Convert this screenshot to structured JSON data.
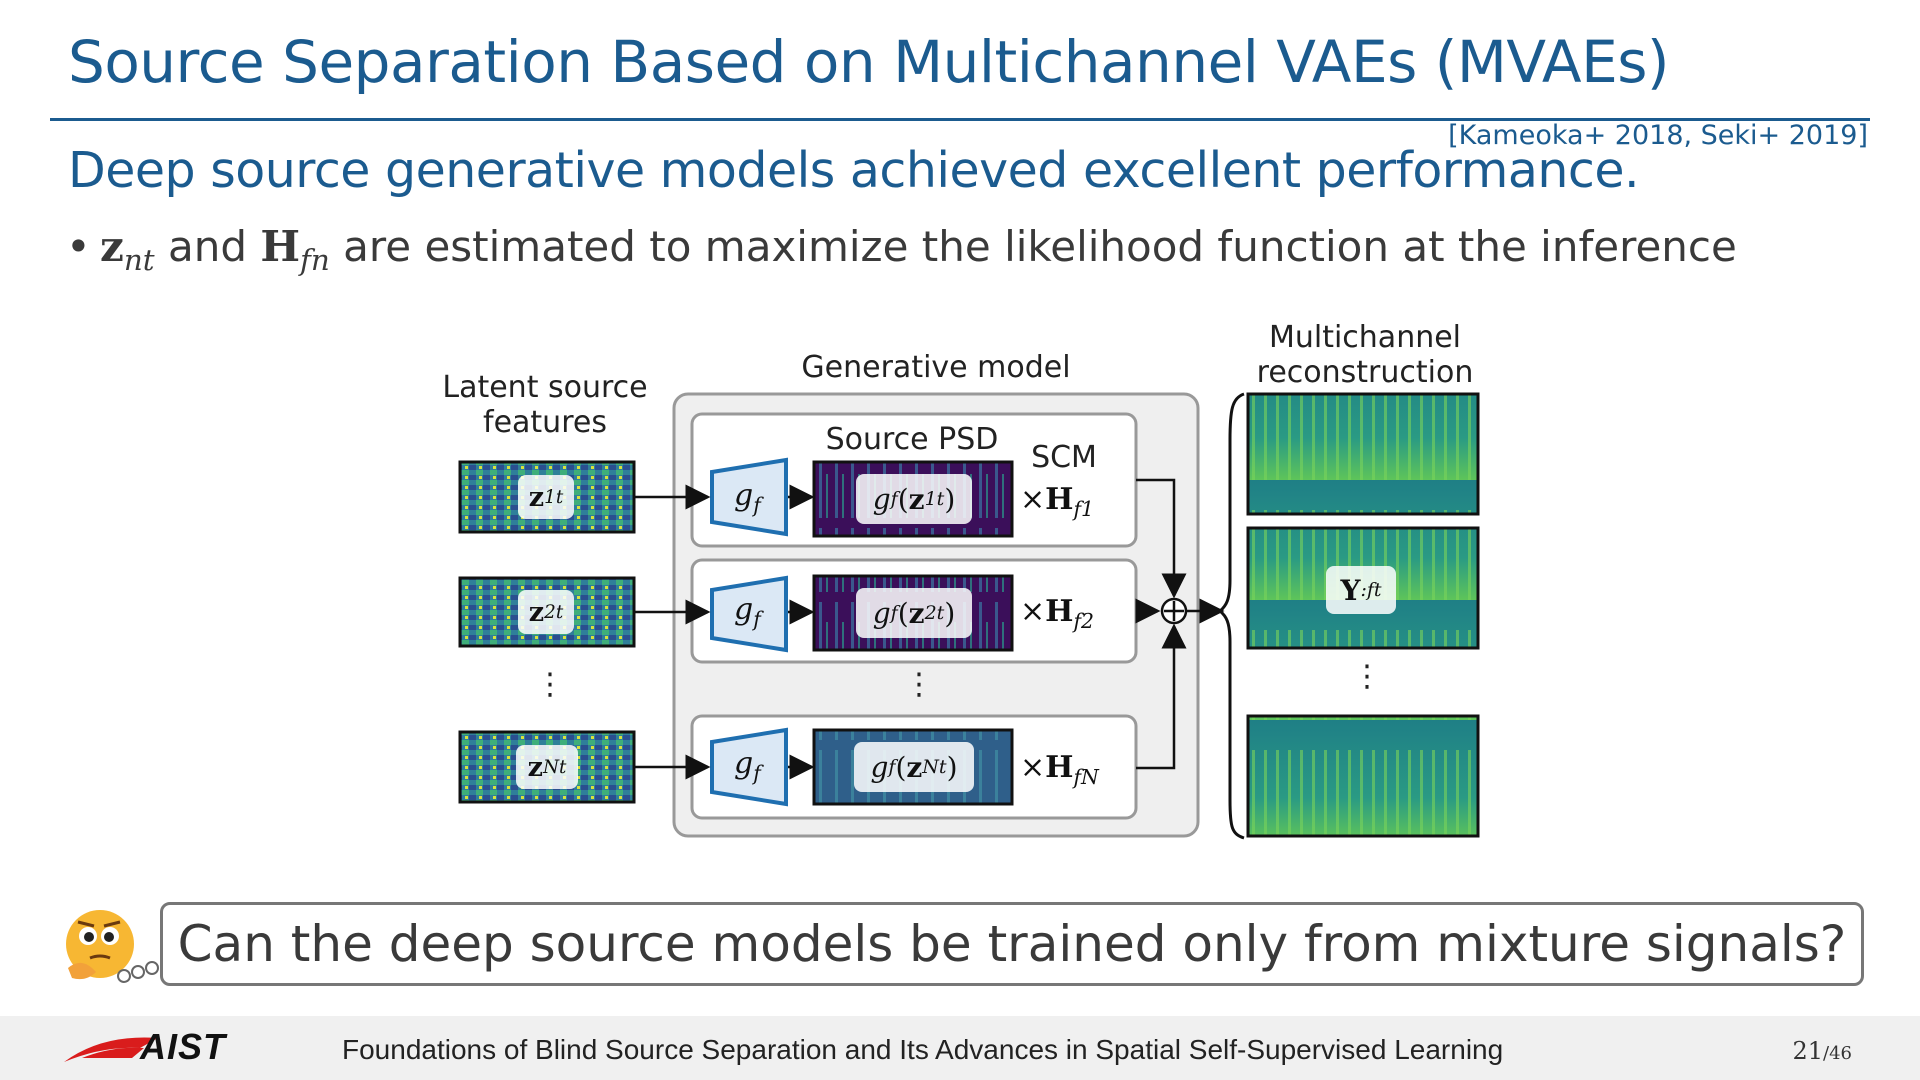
{
  "slide": {
    "title": "Source Separation Based on Multichannel VAEs (MVAEs)",
    "citation": "[Kameoka+ 2018, Seki+ 2019]",
    "subtitle": "Deep source generative models achieved excellent performance.",
    "bullet": {
      "z_sym": "z",
      "z_sub": "nt",
      "and": " and ",
      "h_sym": "H",
      "h_sub": "fn",
      "rest": " are estimated to maximize the likelihood function at the inference"
    }
  },
  "diagram": {
    "latent_label": "Latent source\nfeatures",
    "generative_label": "Generative model",
    "source_psd_label": "Source PSD",
    "scm_label": "SCM",
    "recon_label": "Multichannel\nreconstruction",
    "rows": [
      {
        "z_sym": "z",
        "z_sub": "1t",
        "gf_sym": "g",
        "gf_sub": "f",
        "psd_fn": "g",
        "psd_sub": "f",
        "psd_arg": "z",
        "psd_arg_sub": "1t",
        "h_sym": "H",
        "h_sub": "f1"
      },
      {
        "z_sym": "z",
        "z_sub": "2t",
        "gf_sym": "g",
        "gf_sub": "f",
        "psd_fn": "g",
        "psd_sub": "f",
        "psd_arg": "z",
        "psd_arg_sub": "2t",
        "h_sym": "H",
        "h_sub": "f2"
      },
      {
        "z_sym": "z",
        "z_sub": "Nt",
        "gf_sym": "g",
        "gf_sub": "f",
        "psd_fn": "g",
        "psd_sub": "f",
        "psd_arg": "z",
        "psd_arg_sub": "Nt",
        "h_sym": "H",
        "h_sub": "fN"
      }
    ],
    "times": "×",
    "output_sym": "Y",
    "output_sub": ":ft",
    "vdots": "⋮",
    "colors": {
      "encoder_fill": "#dbe8f5",
      "encoder_stroke": "#1f6fb0",
      "panel_bg": "#efefef",
      "panel_border": "#999999",
      "spec_dark": "#3b0f5a",
      "spec_teal": "#1f8a8a",
      "spec_green": "#5ec45a"
    },
    "icons": [
      "thinking-face-icon"
    ]
  },
  "question": "Can the deep source models be trained only from mixture signals?",
  "footer": {
    "logo_text": "AIST",
    "title": "Foundations of Blind Source Separation and Its Advances in Spatial Self-Supervised Learning",
    "page": "21",
    "total": "/46"
  }
}
